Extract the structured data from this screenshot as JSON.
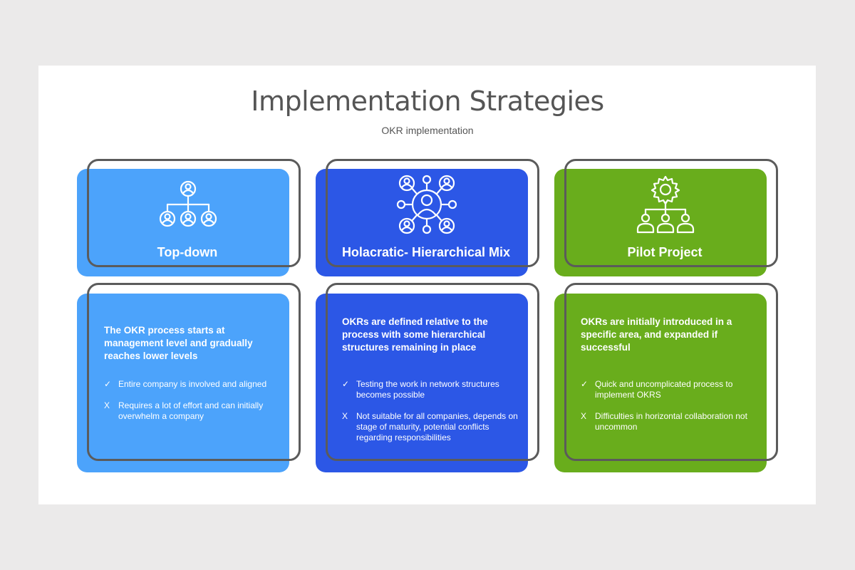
{
  "header": {
    "title": "Implementation Strategies",
    "subtitle": "OKR implementation"
  },
  "colors": {
    "col1": "#4ca3fb",
    "col2": "#2c57e6",
    "col3": "#69ad1c",
    "outline": "#5b5b5b",
    "background": "#ebeaea"
  },
  "columns": [
    {
      "name": "Top-down",
      "icon": "hierarchy-org-chart-icon",
      "description": "The OKR process starts at management  level and gradually reaches lower levels",
      "bullets": [
        {
          "mark": "✓",
          "text": "Entire company is involved and aligned"
        },
        {
          "mark": "X",
          "text": "Requires a lot of effort and can initially overwhelm a company"
        }
      ]
    },
    {
      "name": "Holacratic- Hierarchical Mix",
      "icon": "network-people-icon",
      "description": "OKRs are defined relative to the process with some hierarchical structures  remaining  in place",
      "bullets": [
        {
          "mark": "✓",
          "text": "Testing the work in network structures becomes possible"
        },
        {
          "mark": "X",
          "text": "Not suitable for all companies, depends on stage of maturity, potential conflicts regarding responsibilities"
        }
      ]
    },
    {
      "name": "Pilot Project",
      "icon": "gear-team-icon",
      "description": "OKRs are initially introduced  in a specific area, and expanded  if successful",
      "bullets": [
        {
          "mark": "✓",
          "text": "Quick and uncomplicated process to implement OKRS"
        },
        {
          "mark": "X",
          "text": "Difficulties in horizontal collaboration not uncommon"
        }
      ]
    }
  ]
}
